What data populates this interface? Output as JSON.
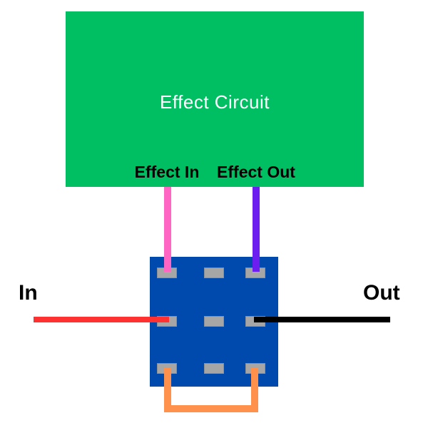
{
  "effect_box": {
    "title": "Effect Circuit",
    "in_label": "Effect In",
    "out_label": "Effect Out"
  },
  "io": {
    "in_label": "In",
    "out_label": "Out"
  },
  "switch": {
    "rows": 3,
    "cols": 3,
    "lug_count": 9
  },
  "wires": [
    {
      "name": "effect-in-wire",
      "color": "#FF66C4",
      "from": "Effect In",
      "to": "switch top-left lug"
    },
    {
      "name": "effect-out-wire",
      "color": "#6C1EF0",
      "from": "Effect Out",
      "to": "switch top-right lug"
    },
    {
      "name": "input-wire",
      "color": "#FF3131",
      "from": "In",
      "to": "switch middle-left lug"
    },
    {
      "name": "output-wire",
      "color": "#000000",
      "from": "switch middle-right lug",
      "to": "Out"
    },
    {
      "name": "jumper-wire",
      "color": "#FF914D",
      "from": "switch bottom-left lug",
      "to": "switch bottom-right lug"
    }
  ],
  "colors": {
    "effect_box": "#00BF63",
    "switch_body": "#004AAD",
    "lug": "#A6A6A6",
    "lug_border": "#8F8F8F",
    "wire_effect_in": "#FF66C4",
    "wire_effect_out": "#6C1EF0",
    "wire_input": "#FF3131",
    "wire_output": "#000000",
    "wire_jumper": "#FF914D",
    "label_text": "#000000",
    "title_text": "#FFFFFF"
  }
}
